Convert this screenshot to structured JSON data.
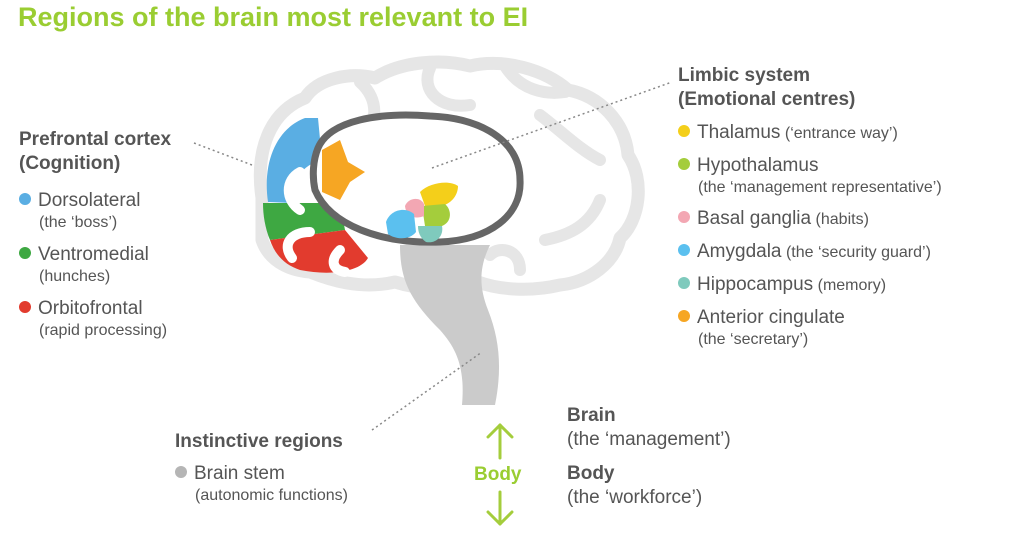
{
  "title": "Regions of the brain most relevant to EI",
  "prefrontal": {
    "heading_line1": "Prefrontal cortex",
    "heading_line2": "(Cognition)",
    "items": [
      {
        "name": "Dorsolateral",
        "desc": "(the ‘boss’)",
        "color": "#5aaee3"
      },
      {
        "name": "Ventromedial",
        "desc": "(hunches)",
        "color": "#3ea842"
      },
      {
        "name": "Orbitofrontal",
        "desc": "(rapid processing)",
        "color": "#e23b2e"
      }
    ]
  },
  "limbic": {
    "heading_line1": "Limbic system",
    "heading_line2": "(Emotional centres)",
    "items": [
      {
        "name": "Thalamus",
        "desc": "(‘entrance way’)",
        "color": "#f4cf1a"
      },
      {
        "name": "Hypothalamus",
        "desc": "(the ‘management representative’)",
        "color": "#a4cd3c"
      },
      {
        "name": "Basal ganglia",
        "desc": "(habits)",
        "color": "#f3a7b3"
      },
      {
        "name": "Amygdala",
        "desc": "(the ‘security guard’)",
        "color": "#5bc0ef"
      },
      {
        "name": "Hippocampus",
        "desc": "(memory)",
        "color": "#7fcabd"
      },
      {
        "name": "Anterior cingulate",
        "desc": "(the ‘secretary’)",
        "color": "#f6a623"
      }
    ]
  },
  "instinctive": {
    "heading": "Instinctive regions",
    "items": [
      {
        "name": "Brain stem",
        "desc": "(autonomic functions)",
        "color": "#b5b5b5"
      }
    ]
  },
  "body_arrow_label": "Body",
  "legend": {
    "brain_title": "Brain",
    "brain_sub": "(the ‘management’)",
    "body_title": "Body",
    "body_sub": "(the ‘workforce’)"
  },
  "colors": {
    "title": "#9acd32",
    "text": "#555555",
    "brain_outline": "#e4e4e4",
    "limbic_outline": "#666666",
    "stem": "#c8c8c8",
    "arrow": "#a4cd3c"
  }
}
